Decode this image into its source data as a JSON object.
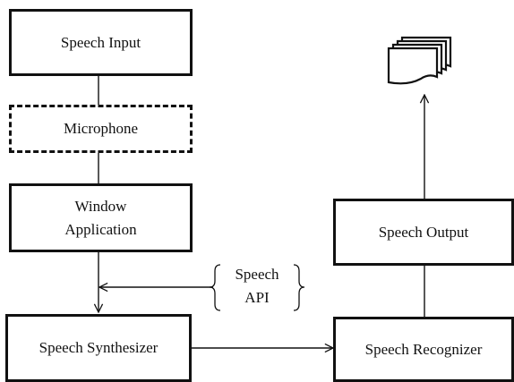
{
  "diagram": {
    "nodes": {
      "speech_input": "Speech Input",
      "microphone": "Microphone",
      "window_application": "Window\nApplication",
      "speech_synthesizer": "Speech Synthesizer",
      "speech_recognizer": "Speech Recognizer",
      "speech_output": "Speech Output",
      "speech_api": "Speech\nAPI"
    },
    "output_symbol": "document-stack-icon",
    "edges": [
      {
        "from": "speech_input",
        "to": "microphone",
        "arrow": false
      },
      {
        "from": "microphone",
        "to": "window_application",
        "arrow": false
      },
      {
        "from": "window_application",
        "to": "speech_synthesizer",
        "arrow": true
      },
      {
        "from": "speech_api",
        "to": "window_application-speech_synthesizer link",
        "arrow": true
      },
      {
        "from": "speech_synthesizer",
        "to": "speech_recognizer",
        "arrow": true
      },
      {
        "from": "speech_recognizer",
        "to": "speech_output",
        "arrow": false
      },
      {
        "from": "speech_output",
        "to": "output_symbol",
        "arrow": true
      }
    ],
    "line_color": "#111111",
    "background": "#ffffff"
  }
}
